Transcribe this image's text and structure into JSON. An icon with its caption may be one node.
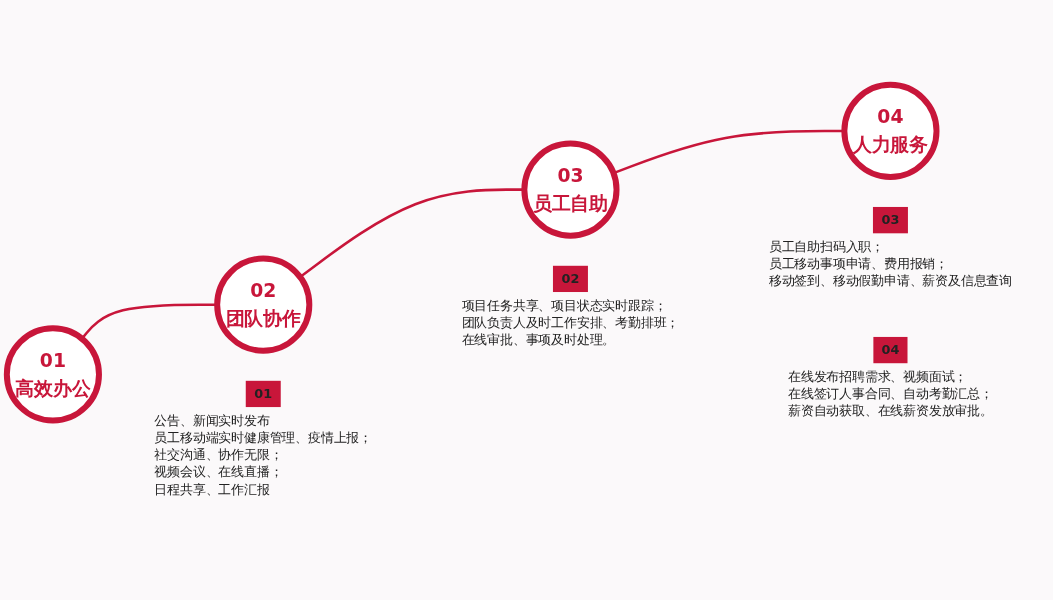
{
  "diagram": {
    "nodes": [
      {
        "text": [
          "01",
          "高效办公"
        ]
      },
      {
        "text": [
          "02",
          "团队协作"
        ]
      },
      {
        "text": [
          "03",
          "员工自助"
        ]
      },
      {
        "text": [
          "04",
          "人力服务"
        ]
      },
      {
        "text": [
          "01"
        ],
        "beside": [
          "公告、新闻实时发布",
          "员工移动端实时健康管理、疫情上报；",
          "社交沟通、协作无限；",
          "视频会议、在线直播；",
          "日程共享、工作汇报"
        ]
      },
      {
        "text": [
          "02"
        ],
        "beside": [
          "项目任务共享、项目状态实时跟踪；",
          "团队负责人及时工作安排、考勤排班；",
          "在线审批、事项及时处理。"
        ]
      },
      {
        "text": [
          "03"
        ],
        "beside": [
          "员工自助扫码入职；",
          "员工移动事项申请、费用报销；",
          "移动签到、移动假勤申请、薪资及信息查询"
        ]
      },
      {
        "text": [
          "04"
        ],
        "beside": [
          "在线发布招聘需求、视频面试；",
          "在线签订人事合同、自动考勤汇总；",
          "薪资自动获取、在线薪资发放审批。"
        ]
      }
    ],
    "edges": [
      {
        "from": 0,
        "to": 1,
        "arrow": "none"
      },
      {
        "from": 1,
        "to": 2,
        "arrow": "none"
      },
      {
        "from": 2,
        "to": 3,
        "arrow": "none"
      }
    ]
  }
}
